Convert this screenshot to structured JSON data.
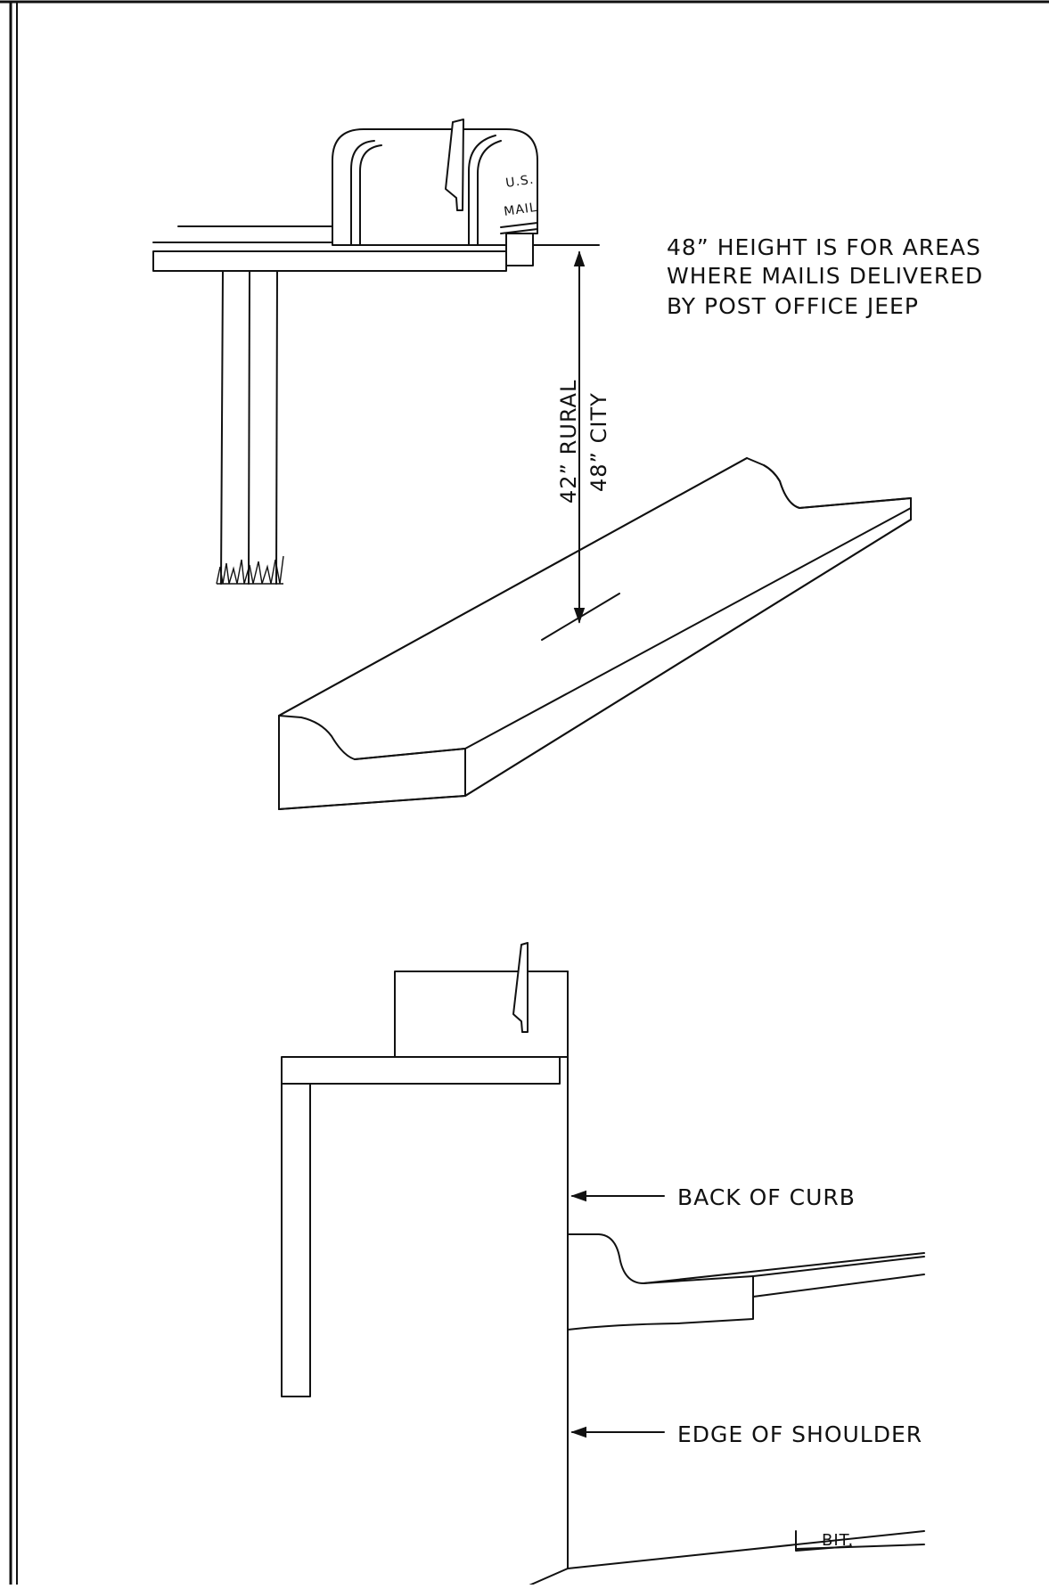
{
  "mailbox": {
    "label_line1": "U.S.",
    "label_line2": "MAIL"
  },
  "notes": {
    "line1": "48” HEIGHT IS FOR AREAS",
    "line2": "WHERE MAILIS DELIVERED",
    "line3": "BY POST OFFICE JEEP"
  },
  "dimension": {
    "rural": "42” RURAL",
    "city": "48” CITY"
  },
  "callouts": {
    "back_of_curb": "BACK OF CURB",
    "edge_of_shoulder": "EDGE OF SHOULDER",
    "bit": "BIT."
  }
}
